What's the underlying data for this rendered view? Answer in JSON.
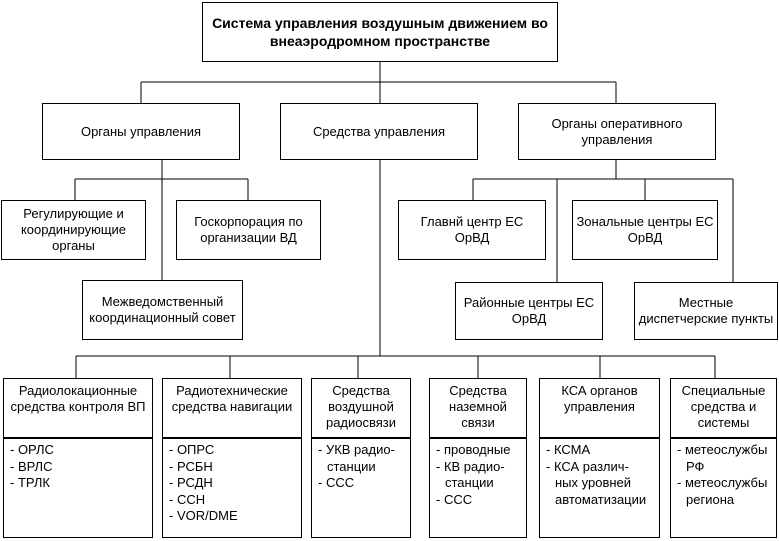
{
  "title": "Система управления воздушным движением во внеаэродромном пространстве",
  "level1": {
    "governing_bodies": "Органы управления",
    "control_means": "Средства управления",
    "operational_bodies": "Органы оперативного управления"
  },
  "governing": {
    "regulatory": "Регулирующие и координирующие органы",
    "corporation": "Госкорпорация по организации ВД",
    "council": "Межведомственный координационный совет"
  },
  "operational": {
    "main_center": "Главнй центр ЕС ОрВД",
    "zonal_centers": "Зональные центры ЕС ОрВД",
    "regional_centers": "Районные центры ЕС ОрВД",
    "local_points": "Местные диспетчерские пункты"
  },
  "means": [
    {
      "title": "Радиолокационные средства контроля ВП",
      "items": [
        "- ОРЛС",
        "- ВРЛС",
        "- ТРЛК"
      ]
    },
    {
      "title": "Радиотехнические средства навигации",
      "items": [
        "- ОПРС",
        "- РСБН",
        "- РСДН",
        "- ССН",
        "- VOR/DME"
      ]
    },
    {
      "title": "Средства воздушной радиосвязи",
      "items": [
        "- УКВ радио-",
        "  станции",
        "- ССС"
      ]
    },
    {
      "title": "Средства наземной связи",
      "items": [
        "- проводные",
        "- КВ радио-",
        "  станции",
        "- ССС"
      ]
    },
    {
      "title": "КСА органов управления",
      "items": [
        "- КСМА",
        "- КСА различ-",
        "  ных уровней",
        "  автоматизации"
      ]
    },
    {
      "title": "Специальные средства и системы",
      "items": [
        "- метеослужбы",
        "  РФ",
        "- метеослужбы",
        "  региона"
      ]
    }
  ]
}
